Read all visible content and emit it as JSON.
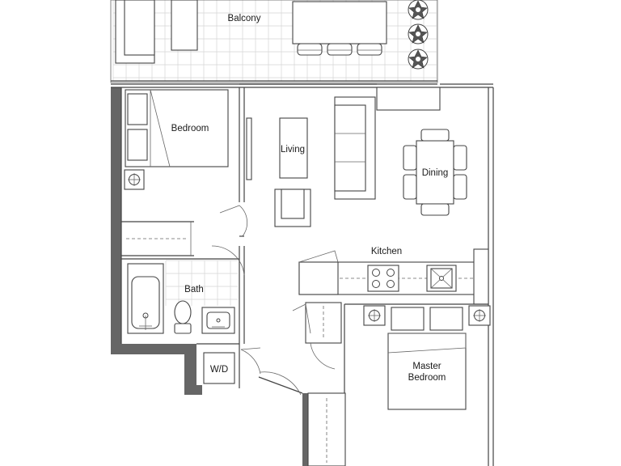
{
  "rooms": {
    "balcony": "Balcony",
    "bedroom": "Bedroom",
    "living": "Living",
    "dining": "Dining",
    "kitchen": "Kitchen",
    "bath": "Bath",
    "laundry": "W/D",
    "master_line1": "Master",
    "master_line2": "Bedroom"
  },
  "colors": {
    "wall": "#444444",
    "exterior_wall_fill": "#666666",
    "tile_grid": "#d5d5d5"
  },
  "icons": [
    "plant-icon",
    "cross-fixture-icon",
    "toilet-icon",
    "cooktop-icon",
    "sink-icon",
    "tub-drain-icon"
  ]
}
